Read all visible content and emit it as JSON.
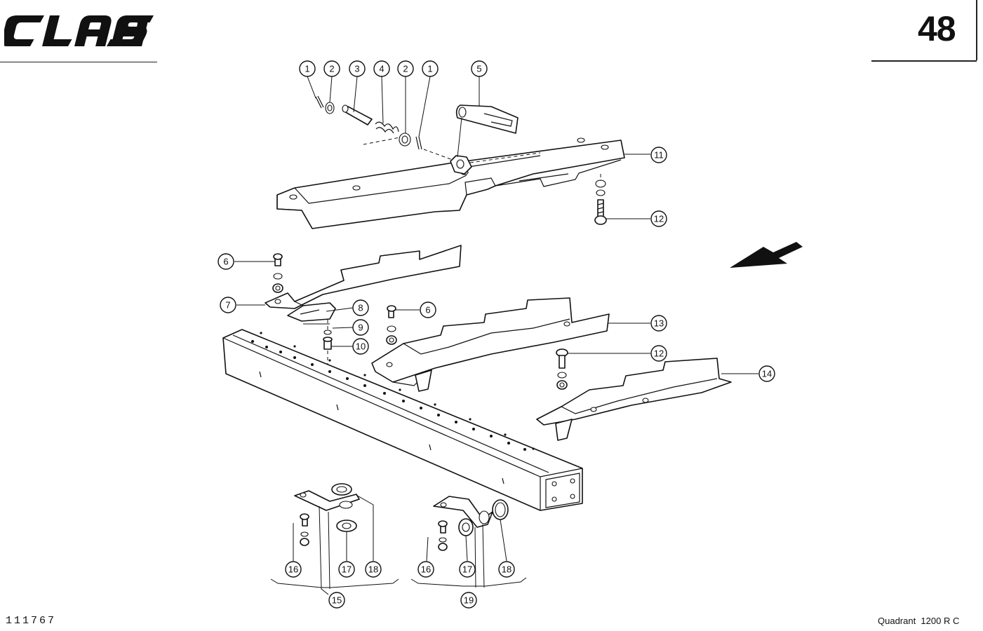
{
  "header": {
    "brand": "CLAAS",
    "page_number": "48"
  },
  "footer": {
    "drawing_number": "111767",
    "model": "Quadrant  1200 R C"
  },
  "callouts": {
    "c1a": "1",
    "c2a": "2",
    "c3": "3",
    "c4": "4",
    "c2b": "2",
    "c1b": "1",
    "c5": "5",
    "c11": "11",
    "c12a": "12",
    "c6a": "6",
    "c7": "7",
    "c8": "8",
    "c9": "9",
    "c10": "10",
    "c6b": "6",
    "c13": "13",
    "c12b": "12",
    "c14": "14",
    "c16a": "16",
    "c17a": "17",
    "c18a": "18",
    "c15": "15",
    "c16b": "16",
    "c17b": "17",
    "c18b": "18",
    "c19": "19"
  },
  "icons": {
    "direction": "arrow-left-down-icon",
    "logo": "claas-logo-icon"
  }
}
